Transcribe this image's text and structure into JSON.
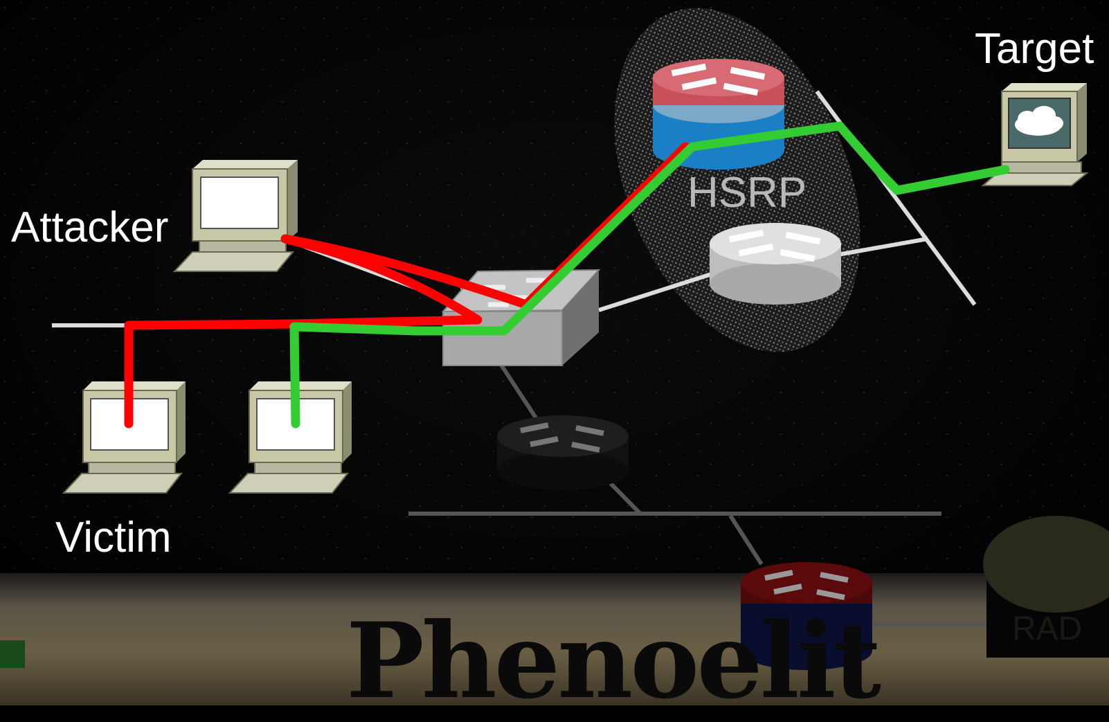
{
  "labels": {
    "attacker": "Attacker",
    "victim": "Victim",
    "target": "Target",
    "hsrp": "HSRP"
  },
  "background_logo": "Phenoelit",
  "server_label": "RAD",
  "colors": {
    "attack_path": "#ff0000",
    "legit_path": "#33cc33",
    "link": "#dcdcdc",
    "router_red_top": "#c8505a",
    "router_blue_body": "#1a7fc4",
    "router_gray": "#cfcfcf",
    "router_black": "#111111",
    "router_darkred": "#5a0a0a",
    "monitor_beige": "#c8c8a8"
  },
  "icons": [
    "laptop-icon",
    "workstation-icon",
    "switch-icon",
    "router-icon",
    "database-icon",
    "cloud-icon"
  ]
}
